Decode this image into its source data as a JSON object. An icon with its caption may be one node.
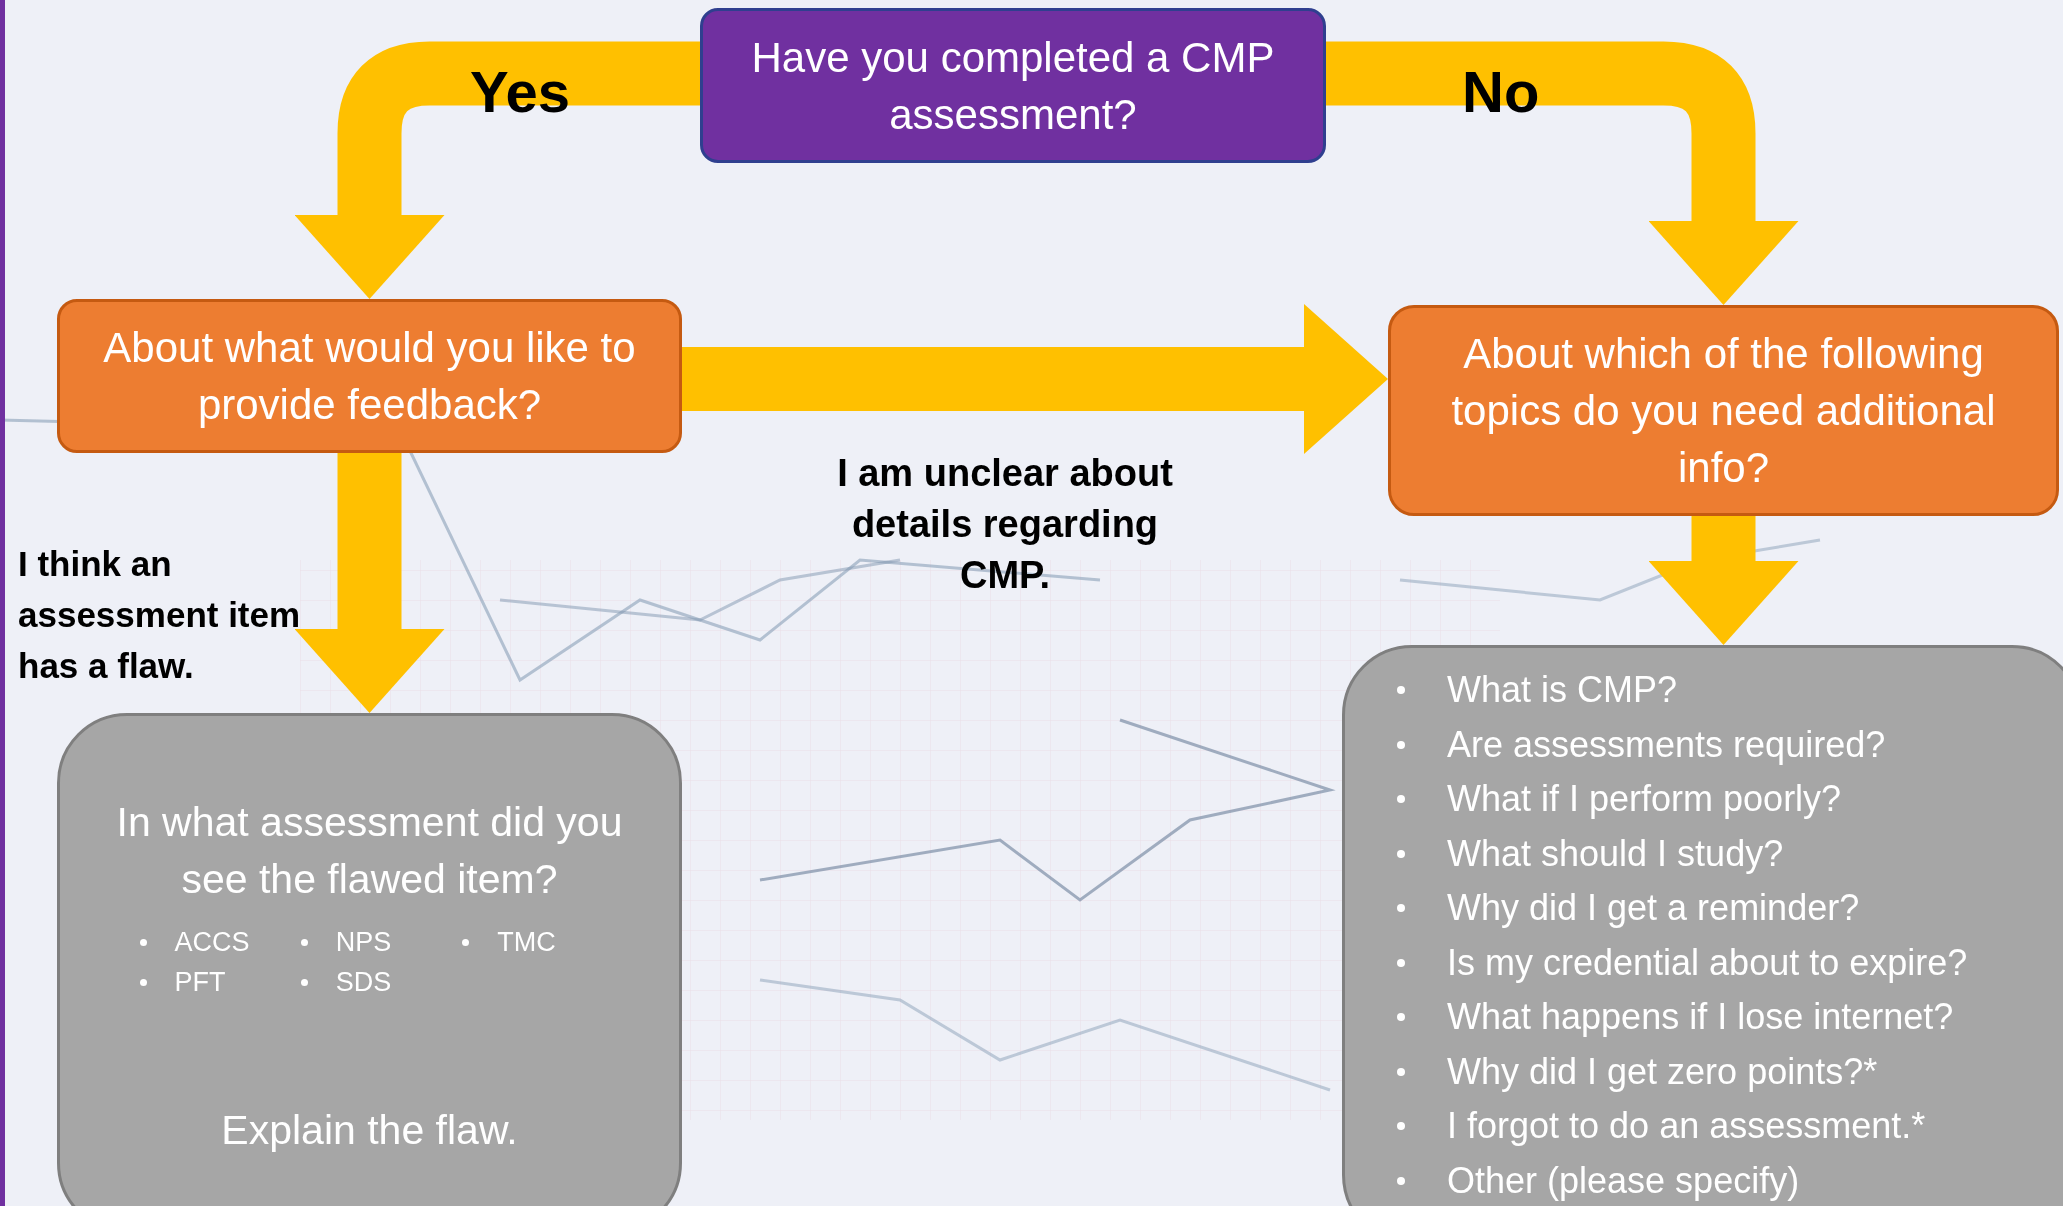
{
  "diagram": {
    "nodes": [
      {
        "text": [
          "Have you completed a CMP assessment?"
        ]
      },
      {
        "text": [
          "About what would you like to provide feedback?"
        ]
      },
      {
        "text": [
          "About which of the following topics do you need additional info?"
        ]
      },
      {
        "text": [
          "In what assessment did you see the flawed item?",
          "ACCS",
          "NPS",
          "TMC",
          "PFT",
          "SDS",
          "Explain the flaw."
        ]
      },
      {
        "text": [
          "What is CMP?",
          "Are assessments required?",
          "What if I perform poorly?",
          "What should I study?",
          "Why did I get a reminder?",
          "Is my credential about to expire?",
          "What happens if I lose internet?",
          "Why did I get zero points?*",
          "I forgot to do an assessment.*",
          "Other (please specify)"
        ]
      }
    ],
    "edges": [
      {
        "from": 0,
        "to": 1,
        "arrow": "to",
        "label": "Yes"
      },
      {
        "from": 0,
        "to": 2,
        "arrow": "to",
        "label": "No"
      },
      {
        "from": 1,
        "to": 2,
        "arrow": "to",
        "label": "I am unclear about details regarding CMP."
      },
      {
        "from": 1,
        "to": 3,
        "arrow": "to",
        "label": "I think an assessment item has a flaw."
      },
      {
        "from": 2,
        "to": 4,
        "arrow": "to"
      }
    ]
  }
}
